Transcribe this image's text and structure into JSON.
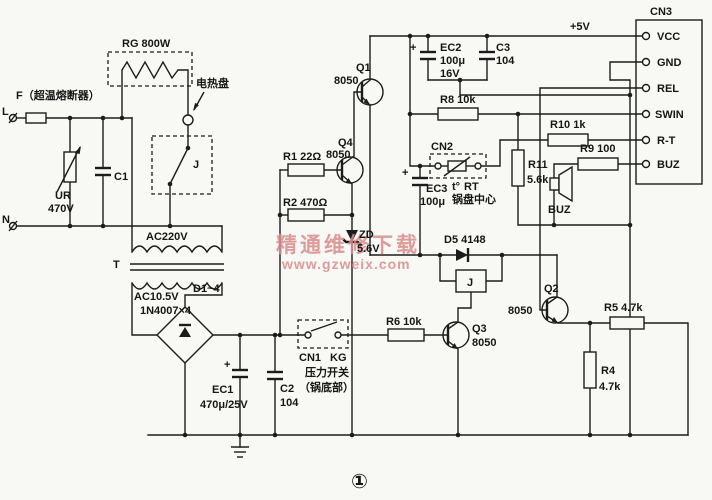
{
  "colors": {
    "ink": "#1c1c1c",
    "paper": "#f8f8f5",
    "watermark": "#d98c8c"
  },
  "watermark": {
    "line1": "精通维修下载",
    "line2": "www.gzweix.com"
  },
  "figure_number": "①",
  "cn3": {
    "title": "CN3",
    "pins": [
      "VCC",
      "GND",
      "REL",
      "SWIN",
      "R-T",
      "BUZ"
    ]
  },
  "labels": {
    "power_5v": "+5V",
    "rg": "RG 800W",
    "heater": "电热盘",
    "fuse": "F（超温熔断器）",
    "l": "L",
    "n": "N",
    "ur": "UR",
    "ur_value": "470V",
    "c1": "C1",
    "relay_contact": "J",
    "ac220": "AC220V",
    "t": "T",
    "ac105": "AC10.5V",
    "d_bridge": "D1~4",
    "d_bridge_type": "1N4007×4",
    "plus": "+",
    "ec1": "EC1",
    "ec1_value": "470μ/25V",
    "c2": "C2",
    "c2_value": "104",
    "cn1": "CN1",
    "kg": "KG",
    "pressure_switch": "压力开关",
    "pot_bottom": "（锅底部）",
    "r1": "R1 22Ω",
    "r2": "R2 470Ω",
    "q1": "Q1",
    "q1_type": "8050",
    "q4": "Q4",
    "q4_type": "8050",
    "zd": "ZD",
    "zd_value": "5.6V",
    "ec2": "EC2",
    "ec2_value": "100μ",
    "ec2_volt": "16V",
    "c3": "C3",
    "c3_value": "104",
    "r8": "R8 10k",
    "cn2": "CN2",
    "ec3": "EC3",
    "ec3_value": "100μ",
    "t_sensor": "t°",
    "rt": "RT",
    "pot_center": "锅盘中心",
    "r10": "R10 1k",
    "r11": "R11",
    "r11_value": "5.6k",
    "r9": "R9 100",
    "buzzer": "BUZ",
    "d5": "D5 4148",
    "relay_coil": "J",
    "r6": "R6 10k",
    "q3": "Q3",
    "q3_type": "8050",
    "q2": "Q2",
    "q2_type": "8050",
    "r5": "R5 4.7k",
    "r4": "R4",
    "r4_value": "4.7k"
  }
}
